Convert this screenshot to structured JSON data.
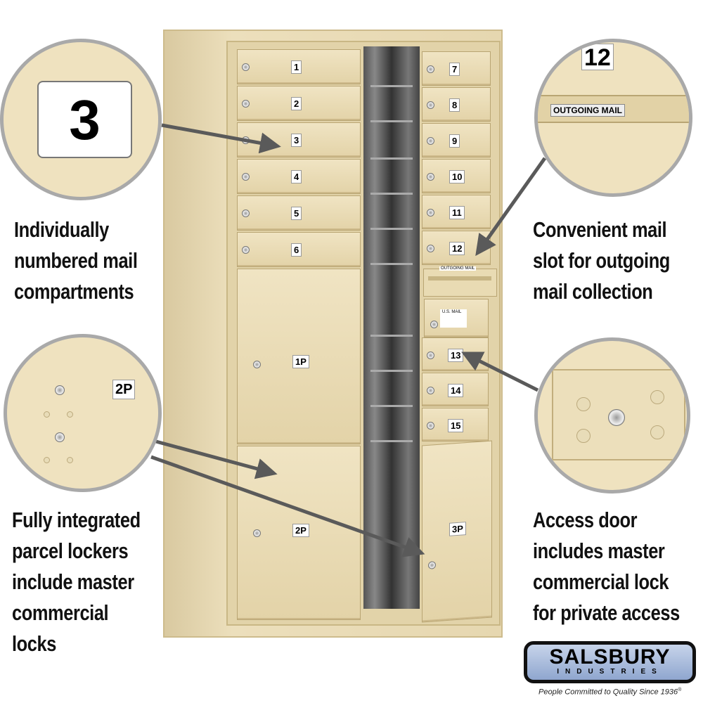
{
  "left_boxes": [
    "1",
    "2",
    "3",
    "4",
    "5",
    "6"
  ],
  "right_boxes": [
    "7",
    "8",
    "9",
    "10",
    "11",
    "12"
  ],
  "lower_right_boxes": [
    "13",
    "14",
    "15"
  ],
  "parcel_lockers": [
    "1P",
    "2P",
    "3P"
  ],
  "outgoing_label": "OUTGOING MAIL",
  "usps_label": "U.S. MAIL",
  "callouts": {
    "top_left": {
      "badge": "3",
      "caption": [
        "Individually",
        "numbered mail",
        "compartments"
      ]
    },
    "bottom_left": {
      "badge": "2P",
      "caption": [
        "Fully integrated",
        "parcel lockers",
        "include master",
        "commercial",
        "locks"
      ]
    },
    "top_right": {
      "badge": "12",
      "label": "OUTGOING MAIL",
      "caption": [
        "Convenient mail",
        "slot for outgoing",
        "mail collection"
      ]
    },
    "bottom_right": {
      "caption": [
        "Access door",
        "includes master",
        "commercial lock",
        "for private access"
      ]
    }
  },
  "logo": {
    "name": "SALSBURY",
    "sub": "INDUSTRIES",
    "tagline": "People Committed to Quality Since 1936",
    "mark": "®"
  },
  "colors": {
    "cabinet": "#e6d7b0",
    "arrow": "#5a5a5a"
  }
}
